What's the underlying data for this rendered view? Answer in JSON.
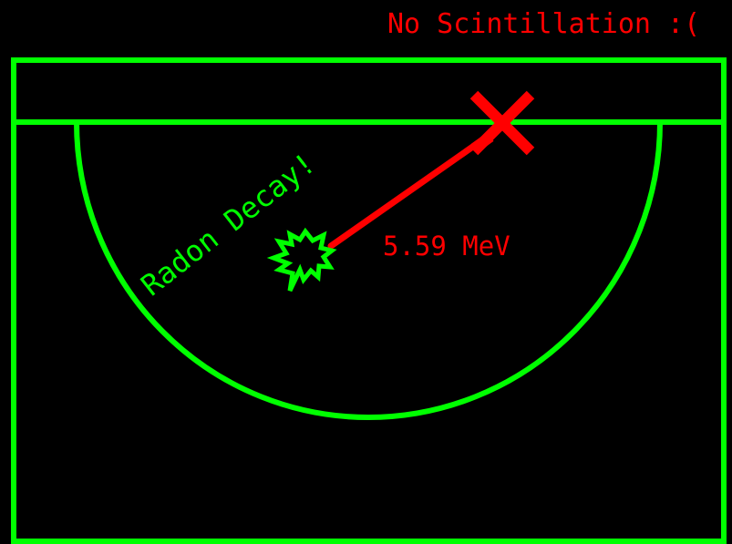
{
  "status_text": "No Scintillation :(",
  "decay_label": "Radon Decay!",
  "energy_label": "5.59 MeV",
  "colors": {
    "background": "#000000",
    "detector": "#00ff00",
    "alpha_track": "#ff0000",
    "status": "#ff0000",
    "energy": "#ff0000",
    "decay_label": "#00ff00"
  },
  "icons": {
    "decay_burst": "starburst-icon",
    "stop_marker": "x-cross-icon"
  }
}
